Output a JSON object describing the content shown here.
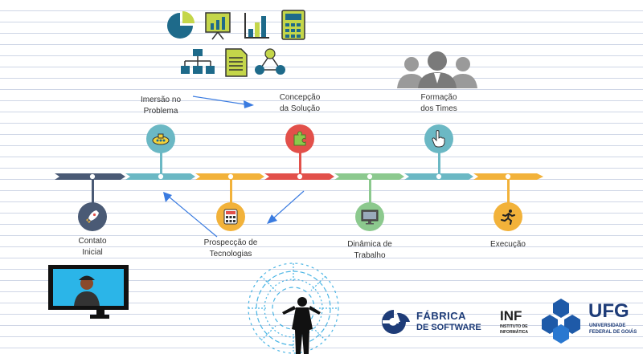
{
  "colors": {
    "blue": "#1e3c78",
    "arrow": "#3a7be0"
  },
  "stages": [
    {
      "label": "Contato\nInicial",
      "color": "#4a5a75",
      "icon": "rocket-icon"
    },
    {
      "label": "Imersão no\nProblema",
      "color": "#6bb8c4",
      "icon": "submarine-icon"
    },
    {
      "label": "Prospecção de\nTecnologias",
      "color": "#f2b23a",
      "icon": "calculator-icon"
    },
    {
      "label": "Concepção\nda Solução",
      "color": "#e2504a",
      "icon": "puzzle-icon"
    },
    {
      "label": "Dinâmica de\nTrabalho",
      "color": "#8cc98e",
      "icon": "monitor-icon"
    },
    {
      "label": "Formação\ndos Times",
      "color": "#6bb8c4",
      "icon": "hand-pointer-icon"
    },
    {
      "label": "Execução",
      "color": "#f2b23a",
      "icon": "runner-icon"
    }
  ],
  "logos": {
    "fabrica_line1": "FÁBRICA",
    "fabrica_line2": "DE SOFTWARE",
    "inf": "INF",
    "inf_sub1": "INSTITUTO DE",
    "inf_sub2": "INFORMÁTICA",
    "ufg": "UFG",
    "ufg_sub1": "UNIVERSIDADE",
    "ufg_sub2": "FEDERAL DE GOIÁS"
  }
}
